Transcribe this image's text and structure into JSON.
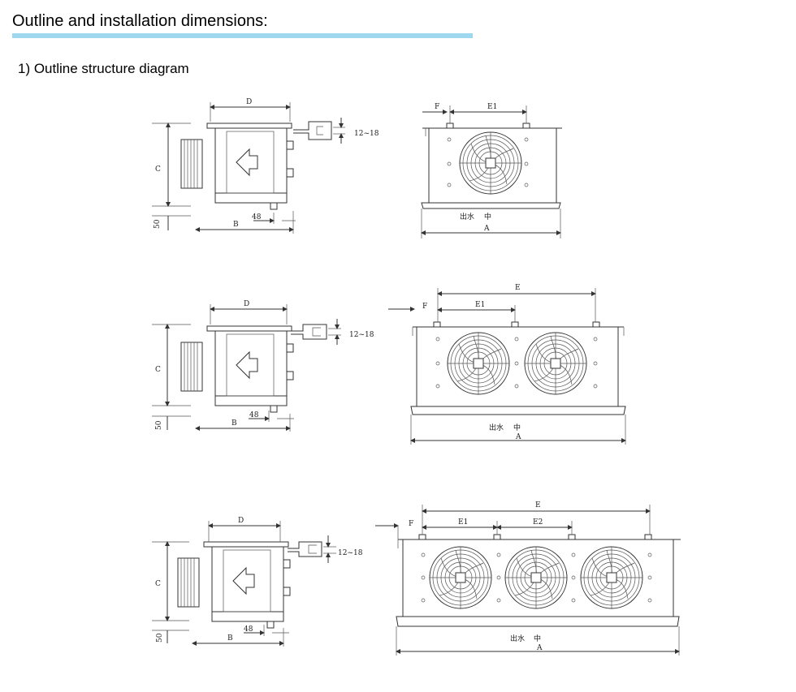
{
  "header": {
    "title": "Outline and installation dimensions:",
    "accent_color": "#9fd7ee"
  },
  "section": {
    "title": "1)  Outline structure diagram"
  },
  "diagrams": [
    {
      "side": {
        "D": "D",
        "C": "C",
        "B": "B",
        "dim48": "48",
        "dim50": "50",
        "bracket": "12~18"
      },
      "front": {
        "F": "F",
        "E1": "E1",
        "A": "A",
        "outlet": "出水",
        "outlet_mark": "中"
      }
    },
    {
      "side": {
        "D": "D",
        "C": "C",
        "B": "B",
        "dim48": "48",
        "dim50": "50",
        "bracket": "12~18"
      },
      "front": {
        "F": "F",
        "E": "E",
        "E1": "E1",
        "A": "A",
        "outlet": "出水",
        "outlet_mark": "中"
      }
    },
    {
      "side": {
        "D": "D",
        "C": "C",
        "B": "B",
        "dim48": "48",
        "dim50": "50",
        "bracket": "12~18"
      },
      "front": {
        "F": "F",
        "E": "E",
        "E1": "E1",
        "E2": "E2",
        "A": "A",
        "outlet": "出水",
        "outlet_mark": "中"
      }
    }
  ]
}
